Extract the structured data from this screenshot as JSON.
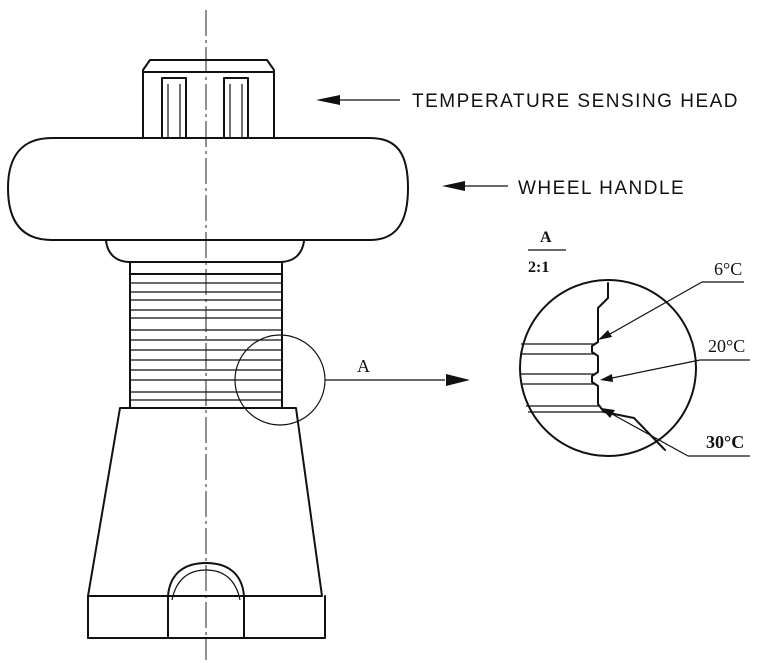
{
  "labels": {
    "temperature_sensing_head": "TEMPERATURE SENSING HEAD",
    "wheel_handle": "WHEEL HANDLE"
  },
  "detail": {
    "marker": "A",
    "view_title": "A",
    "scale": "2:1",
    "temps": [
      "6°C",
      "20°C",
      "30°C"
    ]
  }
}
